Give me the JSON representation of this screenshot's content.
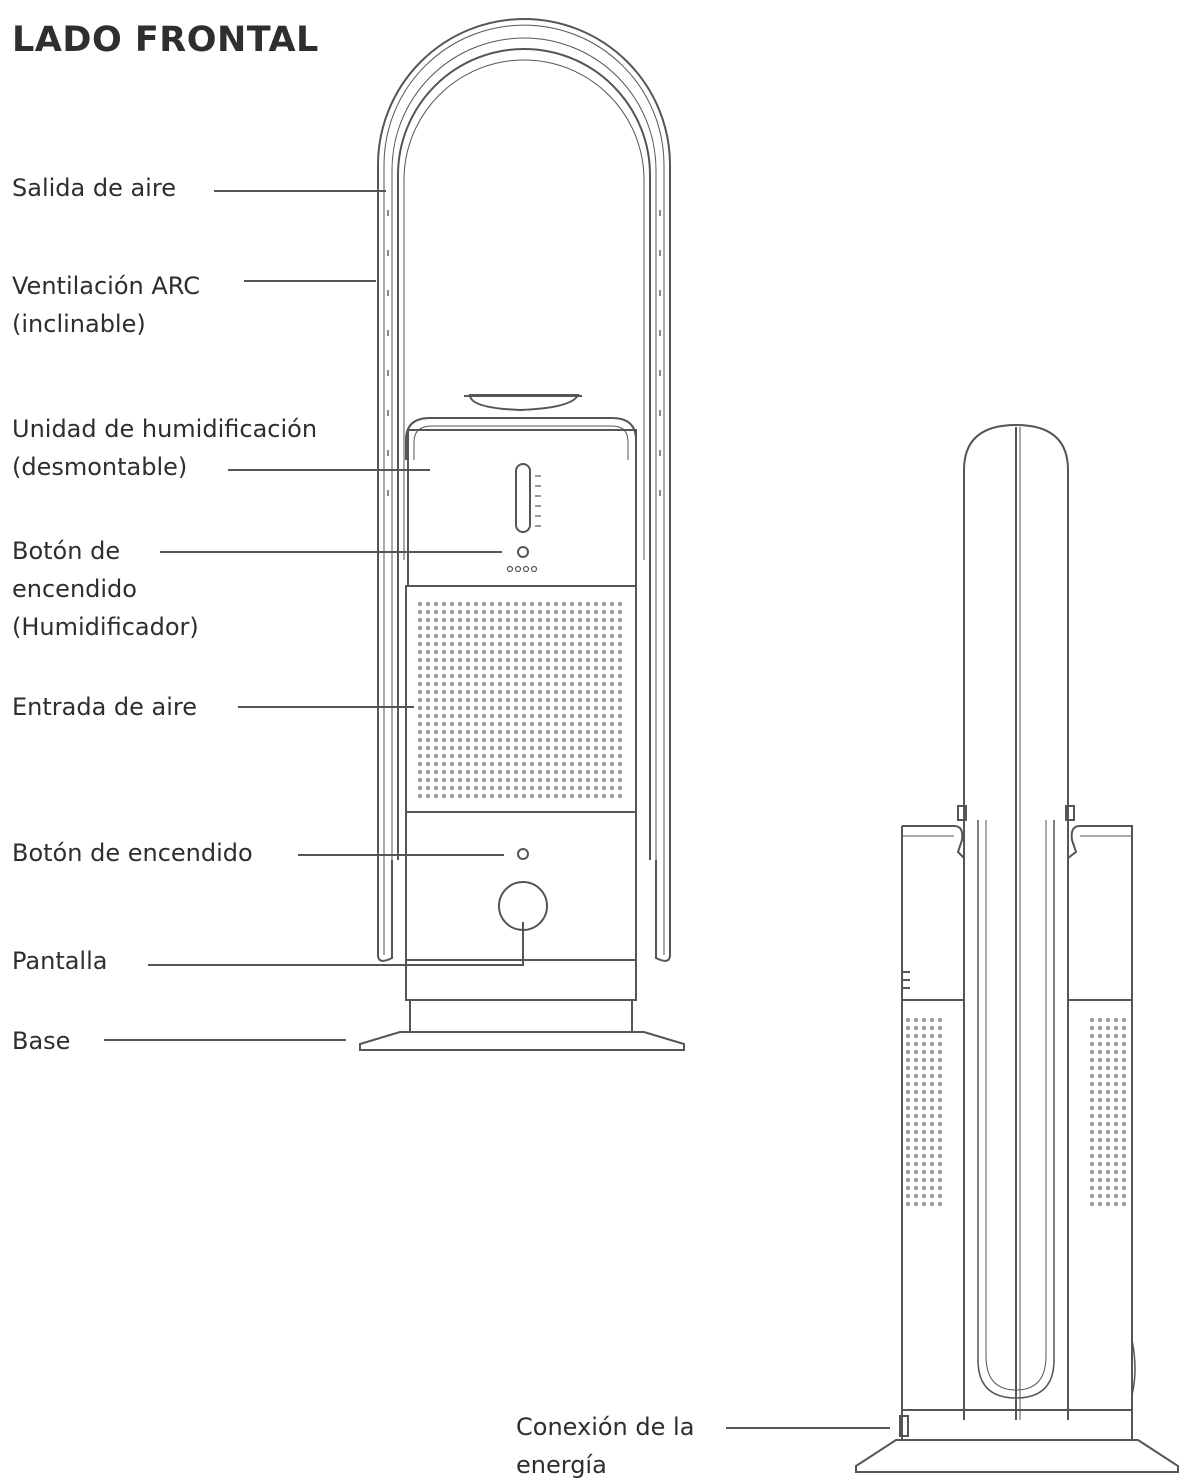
{
  "title": "LADO FRONTAL",
  "labels": {
    "air_outlet": "Salida de aire",
    "arc_vent": "Ventilación ARC\n(inclinable)",
    "humidifier_unit": "Unidad de humidificación\n(desmontable)",
    "humidifier_power_button": "Botón de\nencendido\n(Humidificador)",
    "air_inlet": "Entrada de aire",
    "power_button": "Botón de encendido",
    "display": "Pantalla",
    "base": "Base",
    "power_connection": "Conexión de la\nenergía"
  },
  "colors": {
    "line": "#555555",
    "text": "#2e2e2e",
    "grille": "#9a9a9a"
  }
}
